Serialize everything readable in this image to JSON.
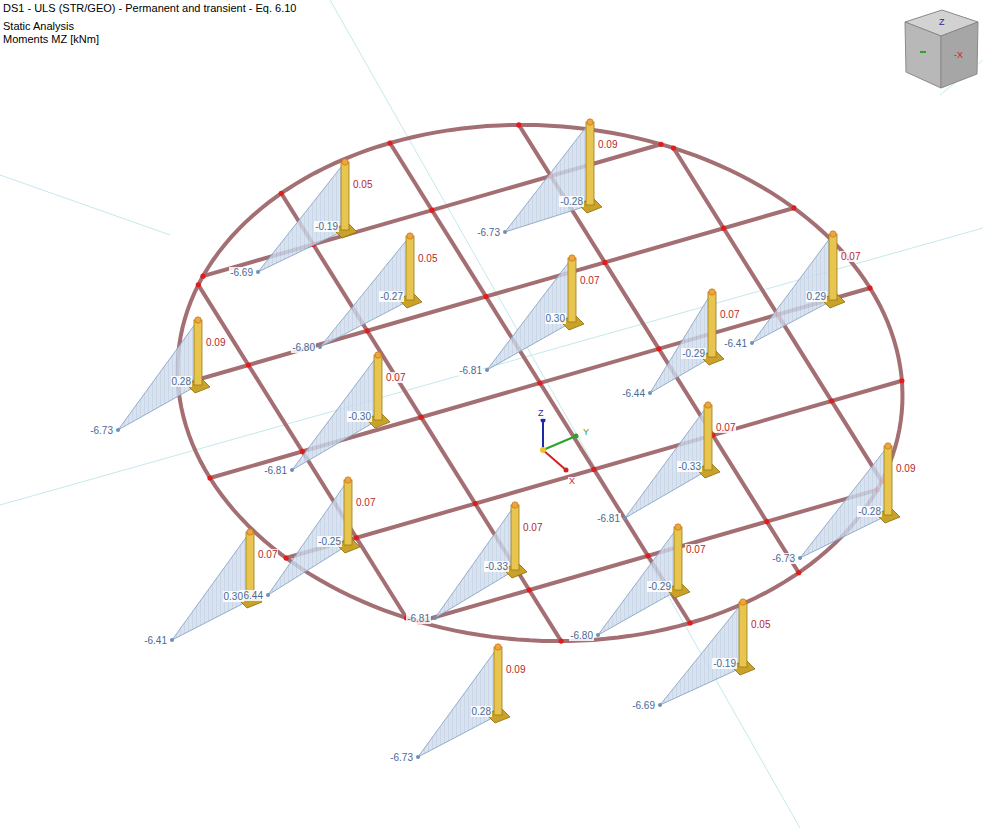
{
  "diagram": {
    "title": "DS1 - ULS (STR/GEO) - Permanent and transient - Eq. 6.10",
    "labels": [
      "Static Analysis",
      "Moments MZ [kNm]",
      "0.09",
      "-0.28",
      "-6.73",
      "0.05",
      "-0.19",
      "-6.69",
      "0.05",
      "-0.27",
      "-6.80",
      "0.07",
      "0.30",
      "-6.81",
      "0.07",
      "0.29",
      "-6.41",
      "0.07",
      "-0.29",
      "-6.44",
      "0.09",
      "0.28",
      "-6.73",
      "0.07",
      "-0.30",
      "-6.81",
      "0.07",
      "-0.33",
      "-6.81",
      "0.09",
      "-0.28",
      "-6.73",
      "0.07",
      "-0.25",
      "-6.44",
      "0.07",
      "0.30",
      "-6.41",
      "0.07",
      "-0.33",
      "-6.81",
      "0.07",
      "-0.29",
      "-6.80",
      "0.05",
      "-0.19",
      "-6.69",
      "0.09",
      "0.28",
      "-6.73",
      "Z",
      "Y",
      "X",
      "Z",
      "-X"
    ]
  }
}
